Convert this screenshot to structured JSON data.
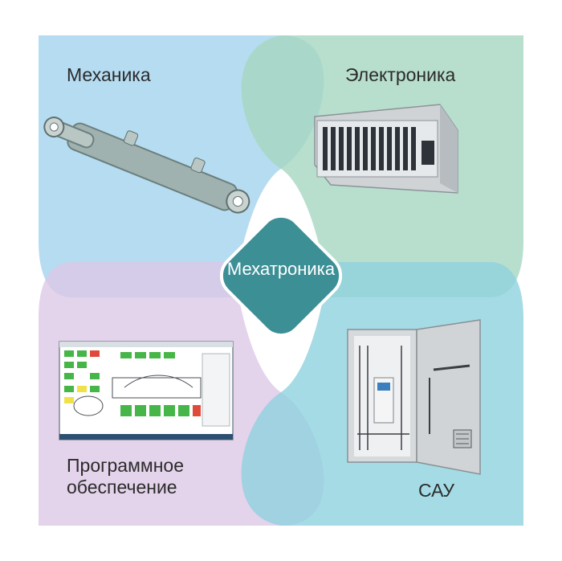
{
  "center": {
    "label": "Мехатроника"
  },
  "quadrants": {
    "mechanics": {
      "label": "Механика",
      "color": "#a9d6ef"
    },
    "electronics": {
      "label": "Электроника",
      "color": "#a6d7c2"
    },
    "software": {
      "label": "Программное обеспечение",
      "line1": "Программное",
      "line2": "обеспечение",
      "color": "#dcc8e6"
    },
    "sau": {
      "label": "САУ",
      "color": "#8fd2df"
    }
  },
  "center_color": "#3d8f96",
  "icons": [
    "hydraulic-cylinder-icon",
    "rack-chassis-icon",
    "scada-screen-icon",
    "control-cabinet-icon"
  ]
}
